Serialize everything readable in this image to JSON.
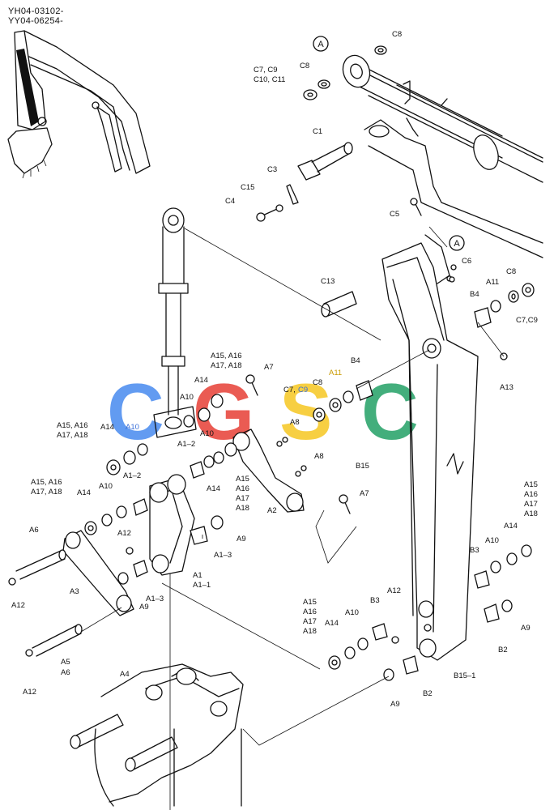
{
  "header": {
    "serial_1": "YH04-03102-",
    "serial_2": "YY04-06254-"
  },
  "watermark": {
    "letters": [
      "C",
      "G",
      "S",
      "C"
    ],
    "colors": [
      "#4d8ef0",
      "#e8453c",
      "#f7c928",
      "#2aa36b"
    ]
  },
  "callouts": {
    "A": "A"
  },
  "labels": {
    "c8_top": "C8",
    "c7_c9": "C7, C9",
    "c10_c11": "C10, C11",
    "c8_mid": "C8",
    "c1": "C1",
    "c3": "C3",
    "c15": "C15",
    "c4": "C4",
    "c5": "C5",
    "c6": "C6",
    "c8_right": "C8",
    "a11_right": "A11",
    "b4_right": "B4",
    "c7c9_right": "C7,C9",
    "c13": "C13",
    "b4_mid": "B4",
    "a13": "A13",
    "a15_a16": "A15, A16",
    "a17_a18": "A17, A18",
    "a7_top": "A7",
    "a14_top": "A14",
    "a11_mid": "A11",
    "c8_center": "C8",
    "c7_center": "C7,",
    "c9_center": "C9",
    "a10_top": "A10",
    "a8_top": "A8",
    "a8_mid": "A8",
    "a15_a16_l": "A15, A16",
    "a17_a18_l": "A17, A18",
    "a14_l": "A14",
    "a10_l": "A10",
    "a1_2_top": "A1–2",
    "a10_c": "A10",
    "a14_c": "A14",
    "a15_c": "A15",
    "a16_c": "A16",
    "a17_c": "A17",
    "a18_c": "A18",
    "a2": "A2",
    "a7_mid": "A7",
    "a15_a16_b": "A15, A16",
    "a17_a18_b": "A17, A18",
    "a14_b": "A14",
    "a10_b": "A10",
    "a1_2_b": "A1–2",
    "a6_l": "A6",
    "a12_l": "A12",
    "a9_c": "A9",
    "a1_3_c": "A1–3",
    "a1": "A1",
    "a1_1": "A1–1",
    "a12_far": "A12",
    "a3": "A3",
    "a1_3_b": "A1–3",
    "a9_b": "A9",
    "a5": "A5",
    "a6_b": "A6",
    "a12_bot": "A12",
    "a4": "A4",
    "b15": "B15",
    "a15_r": "A15",
    "a16_r": "A16",
    "a17_r": "A17",
    "a18_r": "A18",
    "a14_r": "A14",
    "a10_r": "A10",
    "b3_r": "B3",
    "a9_r": "A9",
    "b2_r": "B2",
    "a15_bc": "A15",
    "a16_bc": "A16",
    "a17_bc": "A17",
    "a18_bc": "A18",
    "a14_bc": "A14",
    "a10_bc": "A10",
    "b3_bc": "B3",
    "a12_bc": "A12",
    "b15_1": "B15–1",
    "a9_bc": "A9",
    "b2_bc": "B2"
  }
}
